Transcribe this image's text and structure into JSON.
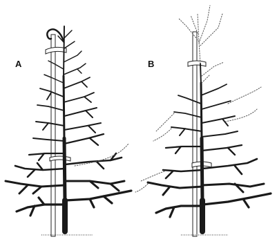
{
  "figure": {
    "panels": [
      {
        "id": "a",
        "label": "A"
      },
      {
        "id": "b",
        "label": "B"
      }
    ]
  }
}
